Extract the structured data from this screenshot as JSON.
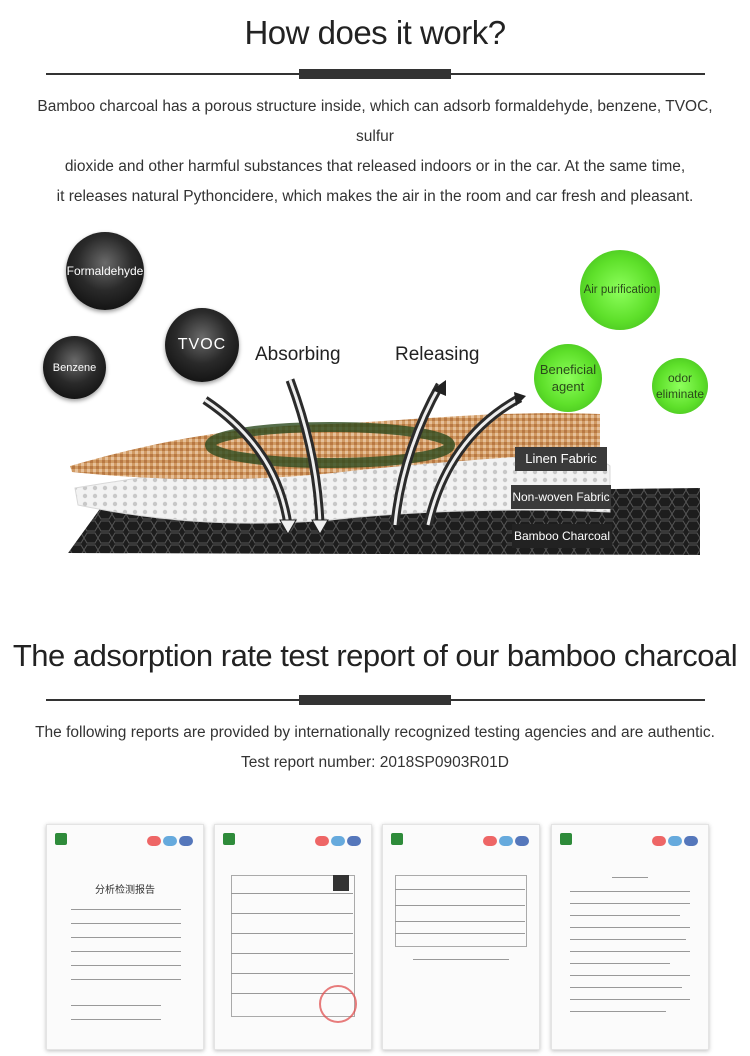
{
  "section1": {
    "title": "How does it work?",
    "paragraph": [
      "Bamboo charcoal has a porous structure inside, which can adsorb formaldehyde, benzene, TVOC, sulfur",
      "dioxide and other harmful substances that released indoors or in the car. At the same time,",
      "it releases natural Pythoncidere, which makes the air in the room and car fresh and pleasant."
    ]
  },
  "diagram": {
    "harmful": [
      "Formaldehyde",
      "Benzene",
      "TVOC"
    ],
    "absorbing_label": "Absorbing",
    "releasing_label": "Releasing",
    "benefits": [
      "Air purification",
      "Beneficial agent",
      "odor eliminate"
    ],
    "layers": [
      "Linen Fabric",
      "Non-woven Fabric",
      "Bamboo Charcoal"
    ],
    "colors": {
      "black_ball": "#111111",
      "green_ball": "#5ee02a",
      "linen": "#c98a55",
      "charcoal": "#1a1a1a"
    }
  },
  "section2": {
    "title": "The adsorption rate test report of our bamboo charcoal",
    "line1": "The following reports are provided by internationally recognized testing agencies and are authentic.",
    "line2": "Test report number: 2018SP0903R01D"
  },
  "reports": {
    "count": 4,
    "icon": "document-thumbnail",
    "page1_heading": "分析检测报告"
  }
}
